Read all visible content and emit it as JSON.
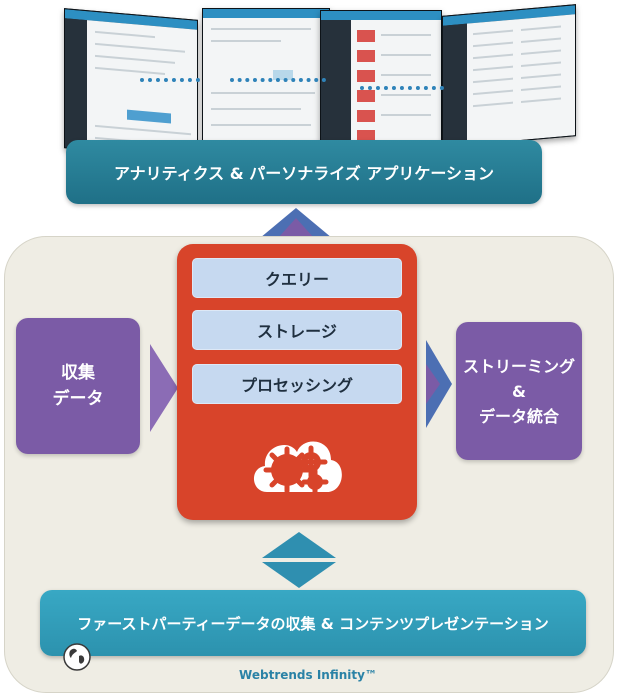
{
  "top_banner": {
    "label": "アナリティクス & パーソナライズ アプリケーション"
  },
  "core": {
    "layers": [
      "クエリー",
      "ストレージ",
      "プロセッシング"
    ],
    "gears_icon": "gears-cloud-icon"
  },
  "left_box": {
    "line1": "収集",
    "line2": "データ"
  },
  "right_box": {
    "line1": "ストリーミング",
    "line2": "&",
    "line3": "データ統合"
  },
  "bottom_banner": {
    "label": "ファーストパーティーデータの収集 & コンテンツプレゼンテーション"
  },
  "brand": {
    "label": "Webtrends Infinity™"
  },
  "colors": {
    "teal": "#2a7f96",
    "purple": "#7b5ba6",
    "core_red": "#d8442a",
    "layer_blue": "#c6d9f0",
    "panel_bg": "#efede4"
  }
}
